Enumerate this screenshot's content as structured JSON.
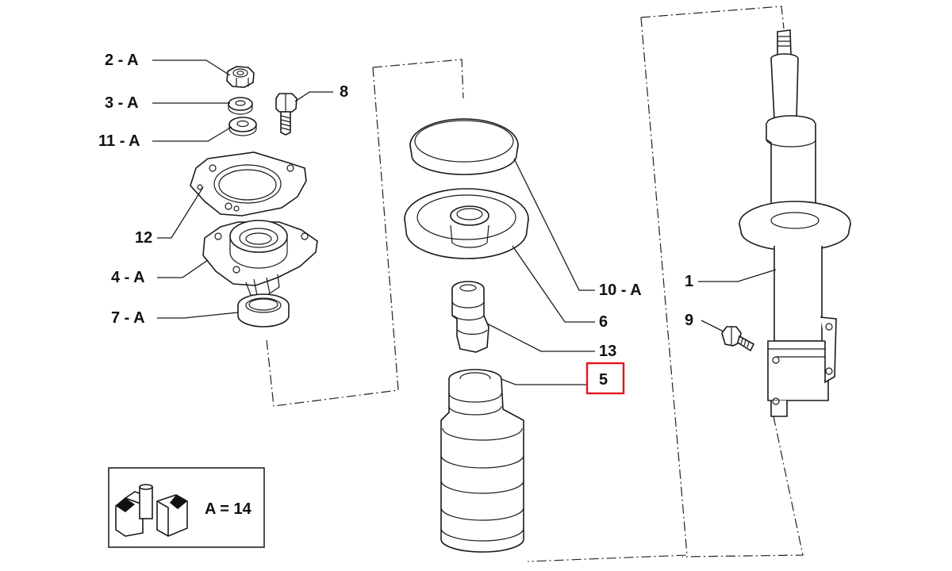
{
  "diagram": {
    "labels": {
      "p2": "2 - A",
      "p3": "3 - A",
      "p11": "11 - A",
      "p8": "8",
      "p12": "12",
      "p4": "4 - A",
      "p7": "7 - A",
      "p10": "10 - A",
      "p6": "6",
      "p13": "13",
      "p5": "5",
      "p1": "1",
      "p9": "9"
    },
    "highlighted_part": "5",
    "highlight_color": "#e0141e",
    "legend": {
      "text": "A = 14",
      "icon": "fiat-parts-box-icon"
    }
  }
}
